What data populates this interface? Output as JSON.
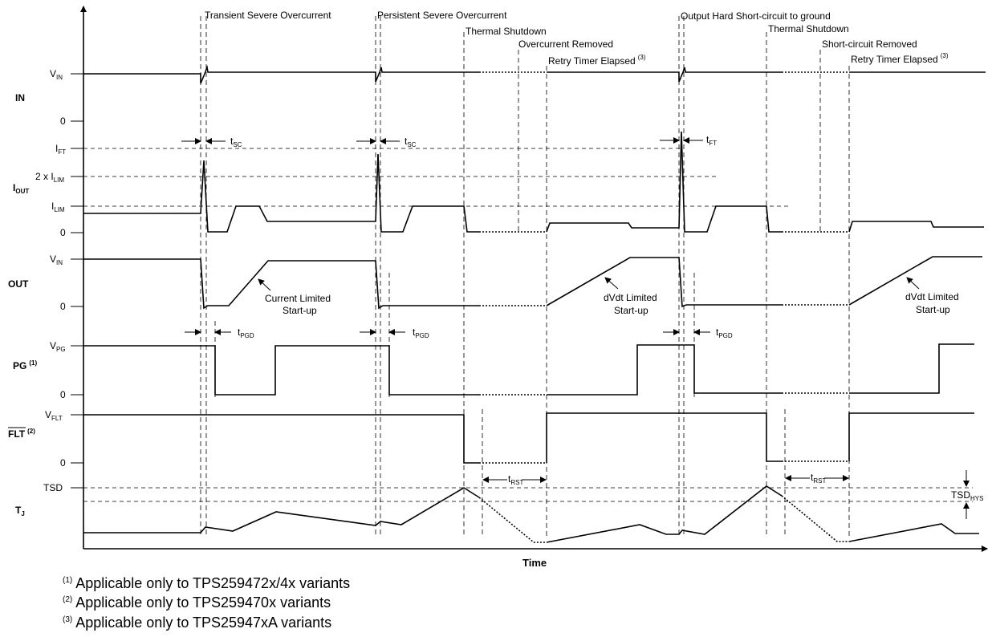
{
  "events": {
    "transient": "Transient Severe Overcurrent",
    "persistent": "Persistent Severe Overcurrent",
    "thermal1": "Thermal Shutdown",
    "oc_removed": "Overcurrent Removed",
    "retry1": "Retry Timer Elapsed",
    "retry1_ref": "(3)",
    "hard_short": "Output Hard Short-circuit to ground",
    "thermal2": "Thermal Shutdown",
    "sc_removed": "Short-circuit Removed",
    "retry2": "Retry Timer Elapsed",
    "retry2_ref": "(3)"
  },
  "signals": {
    "in": "IN",
    "iout": "I",
    "iout_sub": "OUT",
    "out": "OUT",
    "pg": "PG",
    "pg_ref": "(1)",
    "flt": "FLT",
    "flt_ref": "(2)",
    "tj": "T",
    "tj_sub": "J"
  },
  "levels": {
    "v": "V",
    "in_sub": "IN",
    "zero": "0",
    "i": "I",
    "ift_sub": "FT",
    "two_x": "2 x I",
    "lim_sub": "LIM",
    "pg_sub": "PG",
    "flt_sub": "FLT",
    "tsd": "TSD",
    "tsd_hys": "TSD",
    "hys_sub": "HYS"
  },
  "timing": {
    "t": "t",
    "sc_sub": "SC",
    "ft_sub": "FT",
    "pgd_sub": "PGD",
    "rst_sub": "RST"
  },
  "annotations": {
    "current_limited": "Current Limited",
    "dvdt_limited": "dVdt Limited",
    "startup": "Start-up"
  },
  "axis": {
    "x_title": "Time"
  },
  "footnotes": [
    {
      "ref": "(1)",
      "text": "Applicable only to TPS259472x/4x variants"
    },
    {
      "ref": "(2)",
      "text": "Applicable only to TPS259470x variants"
    },
    {
      "ref": "(3)",
      "text": "Applicable only to TPS25947xA variants"
    }
  ]
}
